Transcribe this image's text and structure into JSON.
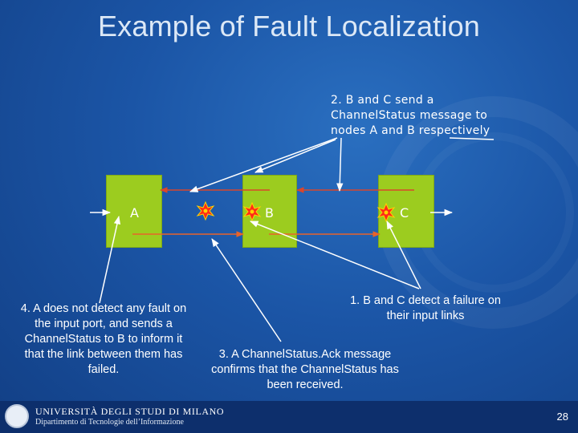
{
  "slide": {
    "title": "Example of Fault Localization",
    "page_number": "28"
  },
  "nodes": {
    "a": "A",
    "b": "B",
    "c": "C"
  },
  "notes": {
    "step1": [
      "1. B and C detect a failure on",
      "their input links"
    ],
    "step2": [
      "2. B and C send a",
      "ChannelStatus message to",
      "nodes A and B respectively"
    ],
    "step3": [
      "3. A ChannelStatus.Ack message",
      "confirms that the ChannelStatus has",
      "been received."
    ],
    "step4": [
      "4. A does not detect any fault on",
      "the input port, and sends a",
      "ChannelStatus to B to inform it",
      "that the link between them has",
      "failed."
    ]
  },
  "footer": {
    "university": "UNIVERSITÀ DEGLI STUDI DI MILANO",
    "department": "Dipartimento di Tecnologie dell’Informazione"
  },
  "colors": {
    "background": "#1b55a6",
    "node_fill": "#9ccc1f",
    "forward_link": "#e8632a",
    "backward_link": "#d9462c",
    "callout_line": "#ffffff",
    "fault_marker": "#ff2a18"
  },
  "icons": {
    "fault_marker": "burst-icon",
    "logo": "university-seal-icon"
  }
}
